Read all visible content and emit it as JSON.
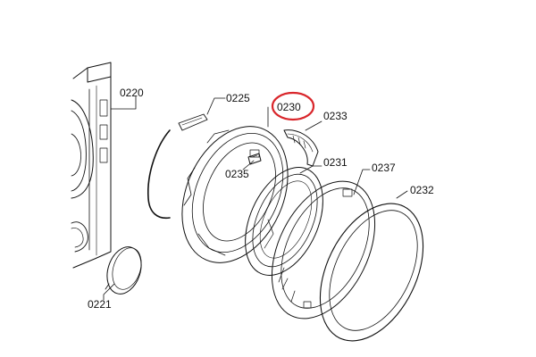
{
  "diagram": {
    "parts": [
      {
        "id": "0220",
        "label": "0220",
        "name": "cabinet-front-panel"
      },
      {
        "id": "0225",
        "label": "0225",
        "name": "door-hinge"
      },
      {
        "id": "0230",
        "label": "0230",
        "name": "door-inner-frame",
        "highlighted": true
      },
      {
        "id": "0233",
        "label": "0233",
        "name": "door-latch"
      },
      {
        "id": "0235",
        "label": "0235",
        "name": "hinge-screw"
      },
      {
        "id": "0231",
        "label": "0231",
        "name": "door-glass"
      },
      {
        "id": "0237",
        "label": "0237",
        "name": "door-outer-frame"
      },
      {
        "id": "0232",
        "label": "0232",
        "name": "door-trim-ring"
      },
      {
        "id": "0221",
        "label": "0221",
        "name": "service-cover"
      }
    ],
    "highlight_color": "#d9262b"
  }
}
